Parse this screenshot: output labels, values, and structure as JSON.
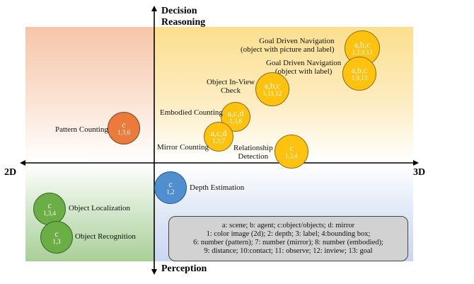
{
  "axes": {
    "top": [
      "Decision",
      "Reasoning"
    ],
    "bottom": "Perception",
    "left": "2D",
    "right": "3D"
  },
  "items": [
    {
      "label": "Goal Driven Navigation\n(object with picture and label)",
      "letters": "a,b,c",
      "numbers": "1,3,9,13",
      "color": "#ffc20e"
    },
    {
      "label": "Goal Driven Navigation\n(object with label)",
      "letters": "a,b,c",
      "numbers": "1,9,13",
      "color": "#ffc20e"
    },
    {
      "label": "Object In-View\nCheck",
      "letters": "a,b,c",
      "numbers": "1,11,12",
      "color": "#ffc20e"
    },
    {
      "label": "Embodied Counting",
      "letters": "a,c,d",
      "numbers": "1,3,8",
      "color": "#ffc20e"
    },
    {
      "label": "Mirror Counting",
      "letters": "a,c,d",
      "numbers": "1,3,7",
      "color": "#ffc20e"
    },
    {
      "label": "Relationship\nDetection",
      "letters": "c",
      "numbers": "1,3,4",
      "color": "#ffc20e"
    },
    {
      "label": "Pattern Counting",
      "letters": "c",
      "numbers": "1,3,6",
      "color": "#ec7a3a"
    },
    {
      "label": "Depth Estimation",
      "letters": "c",
      "numbers": "1,2",
      "color": "#4f8fd0"
    },
    {
      "label": "Object Localization",
      "letters": "c",
      "numbers": "1,3,4",
      "color": "#6aae45"
    },
    {
      "label": "Object Recognition",
      "letters": "c",
      "numbers": "1,3",
      "color": "#6aae45"
    }
  ],
  "legend": [
    "a: scene; b: agent; c:object/objects; d: mirror",
    "1: color image (2d); 2: depth; 3: label; 4:bounding box;",
    "6: number (pattern); 7: number (mirror); 8: number (embodied);",
    "9: distance; 10:contact; 11: observe; 12: inview; 13: goal"
  ]
}
